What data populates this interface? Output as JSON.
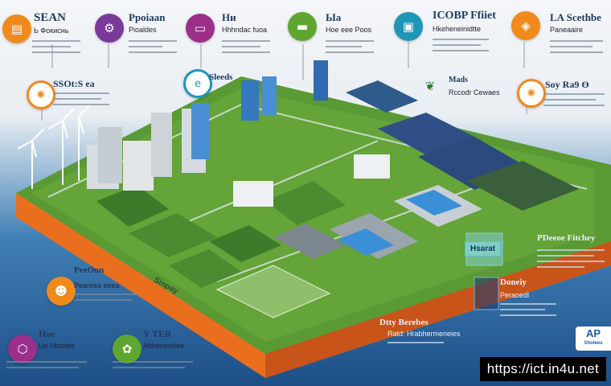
{
  "colors": {
    "orange": "#f08a1c",
    "purple": "#7a3a9a",
    "magenta": "#9b2f8a",
    "green": "#5ea62f",
    "teal": "#1f96b8",
    "blue": "#1f6fb2",
    "grass": "#5a9a34",
    "soil": "#e96f1f"
  },
  "callouts": {
    "c1": {
      "title": "SEAN",
      "sub": "Ь Фокиснь",
      "icon": "document-icon"
    },
    "c2": {
      "title": "Ppoiaan",
      "sub": "Pioaldes",
      "icon": "gear-icon"
    },
    "c3": {
      "title": "Ни",
      "sub": "Hhhndac fuoa",
      "icon": "tablet-icon"
    },
    "c4": {
      "title": "Ыа",
      "sub": "Hoe eee Poos",
      "icon": "battery-icon"
    },
    "c5": {
      "title": "ICOBP Ffiiet",
      "sub": "Hkeheneinidtte",
      "icon": "monitor-icon"
    },
    "c6": {
      "title": "LA Scethbe",
      "sub": "Paneaaire",
      "icon": "cube-icon"
    },
    "c7": {
      "title": "SSOt:S ea",
      "sub": "",
      "icon": "lightbulb-icon"
    },
    "c8": {
      "title": "Sleeds",
      "sub": "",
      "icon": "e-icon"
    },
    "c9": {
      "title": "Mads",
      "sub": "Rccodr Cewaes",
      "icon": "leaf-icon"
    },
    "c10": {
      "title": "Soy Ra9 Ɵ",
      "sub": "",
      "icon": "lightbulb-icon"
    },
    "c11": {
      "title": "PeeOun",
      "sub": "Peanrea eeea",
      "icon": "person-icon"
    },
    "c12": {
      "title": "PDeeoe Fitchey",
      "sub": "",
      "icon": ""
    },
    "c13": {
      "title": "Doneiy",
      "sub": "Peraoedl",
      "icon": ""
    },
    "c14": {
      "title": "Hae",
      "sub": "Ue Hiootes",
      "icon": "shield-icon"
    },
    "c15": {
      "title": "Y TER",
      "sub": "Ahbenenoee",
      "icon": "plant-icon"
    },
    "c16": {
      "title": "Dtty Berebes",
      "sub": "Ratd: Hrabhermeneies",
      "icon": ""
    }
  },
  "map_labels": {
    "banner": "Hsarat",
    "field_tag": "Sinpay"
  },
  "footer": {
    "url": "https://ict.in4u.net",
    "logo_text": "AP",
    "logo_sub": "Sholees"
  }
}
